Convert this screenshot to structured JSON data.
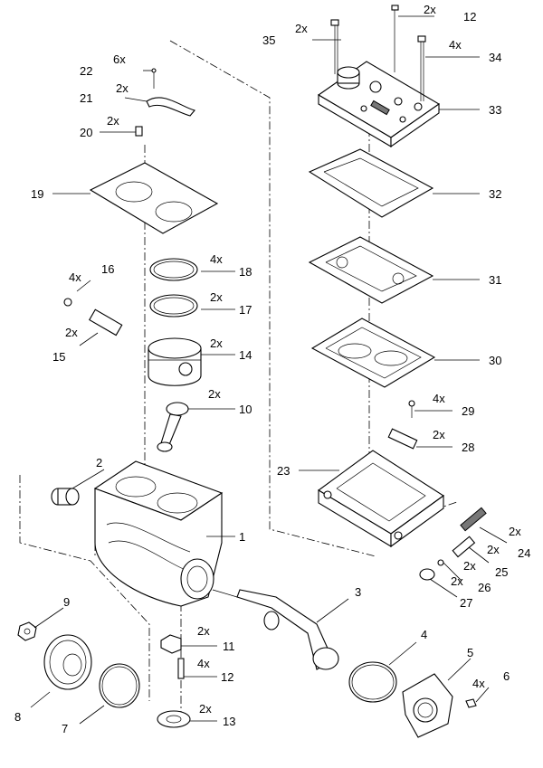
{
  "callouts": [
    {
      "id": "1",
      "number": "1",
      "qty": ""
    },
    {
      "id": "2",
      "number": "2",
      "qty": ""
    },
    {
      "id": "3",
      "number": "3",
      "qty": ""
    },
    {
      "id": "4",
      "number": "4",
      "qty": ""
    },
    {
      "id": "5",
      "number": "5",
      "qty": ""
    },
    {
      "id": "6",
      "number": "6",
      "qty": "4x"
    },
    {
      "id": "7",
      "number": "7",
      "qty": ""
    },
    {
      "id": "8",
      "number": "8",
      "qty": ""
    },
    {
      "id": "9",
      "number": "9",
      "qty": ""
    },
    {
      "id": "10",
      "number": "10",
      "qty": "2x"
    },
    {
      "id": "11",
      "number": "11",
      "qty": "2x"
    },
    {
      "id": "12a",
      "number": "12",
      "qty": "4x"
    },
    {
      "id": "12b",
      "number": "12",
      "qty": "2x"
    },
    {
      "id": "13",
      "number": "13",
      "qty": "2x"
    },
    {
      "id": "14",
      "number": "14",
      "qty": "2x"
    },
    {
      "id": "15",
      "number": "15",
      "qty": "2x"
    },
    {
      "id": "16",
      "number": "16",
      "qty": "4x"
    },
    {
      "id": "17",
      "number": "17",
      "qty": "2x"
    },
    {
      "id": "18",
      "number": "18",
      "qty": "4x"
    },
    {
      "id": "19",
      "number": "19",
      "qty": ""
    },
    {
      "id": "20",
      "number": "20",
      "qty": "2x"
    },
    {
      "id": "21",
      "number": "21",
      "qty": "2x"
    },
    {
      "id": "22",
      "number": "22",
      "qty": "6x"
    },
    {
      "id": "23",
      "number": "23",
      "qty": ""
    },
    {
      "id": "24",
      "number": "24",
      "qty": "2x"
    },
    {
      "id": "25",
      "number": "25",
      "qty": "2x"
    },
    {
      "id": "26",
      "number": "26",
      "qty": "2x"
    },
    {
      "id": "27",
      "number": "27",
      "qty": "2x"
    },
    {
      "id": "28",
      "number": "28",
      "qty": "2x"
    },
    {
      "id": "29",
      "number": "29",
      "qty": "4x"
    },
    {
      "id": "30",
      "number": "30",
      "qty": ""
    },
    {
      "id": "31",
      "number": "31",
      "qty": ""
    },
    {
      "id": "32",
      "number": "32",
      "qty": ""
    },
    {
      "id": "33",
      "number": "33",
      "qty": ""
    },
    {
      "id": "34",
      "number": "34",
      "qty": "4x"
    },
    {
      "id": "35",
      "number": "35",
      "qty": "2x"
    }
  ]
}
